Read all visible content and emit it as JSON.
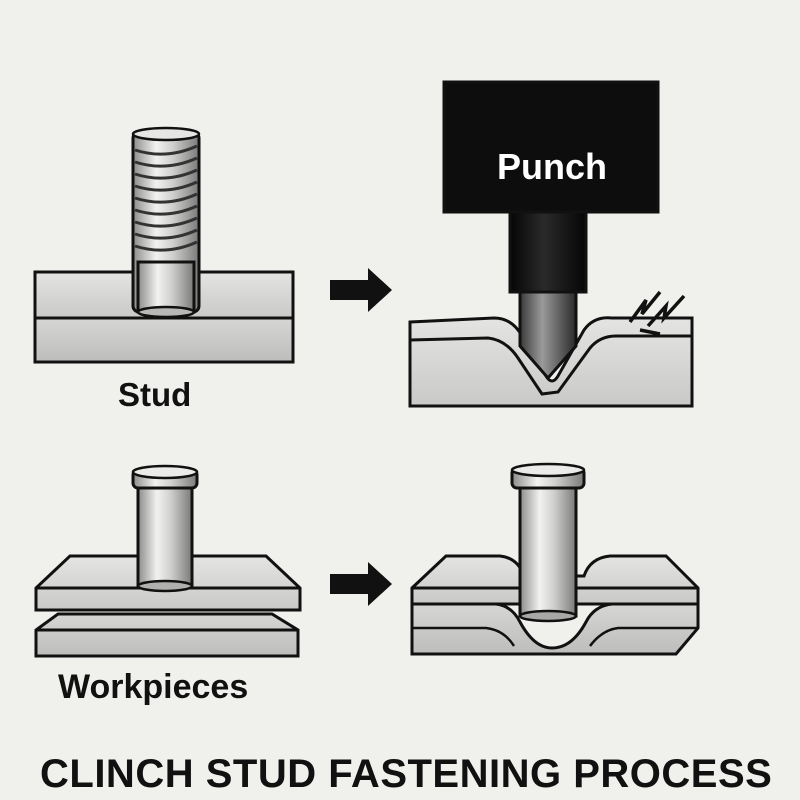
{
  "labels": {
    "stud": "Stud",
    "workpieces": "Workpieces",
    "punch": "Punch",
    "title": "CLINCH STUD FASTENING PROCESS"
  },
  "colors": {
    "background": "#f0f0ec",
    "outline": "#111111",
    "punch_body": "#0d0d0d",
    "metal_light": "#d9d9d7",
    "metal_mid": "#c4c4c2",
    "metal_dark": "#8c8c8a"
  },
  "icons": {
    "process_arrow": "arrow-right-icon",
    "impact_mark": "crack-spark-icon"
  }
}
